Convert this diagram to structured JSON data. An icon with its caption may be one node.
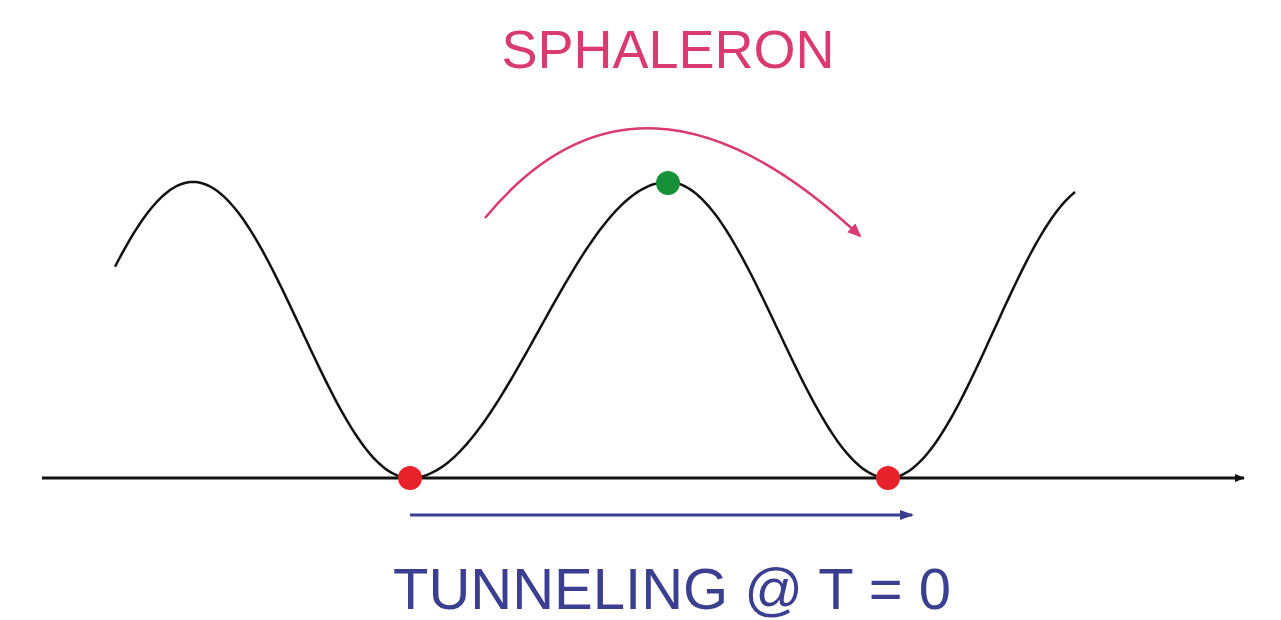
{
  "diagram": {
    "nodes": [
      {
        "text": [],
        "shape": "circle"
      },
      {
        "text": [],
        "shape": "circle"
      },
      {
        "text": [],
        "shape": "circle"
      }
    ],
    "labels": [
      "SPHALERON",
      "TUNNELING @ T = 0"
    ]
  }
}
